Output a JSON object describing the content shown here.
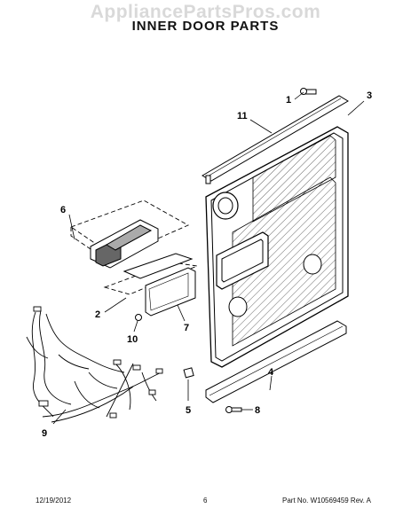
{
  "watermark": "AppliancePartsPros.com",
  "title": "INNER DOOR PARTS",
  "callouts": [
    "1",
    "3",
    "11",
    "6",
    "2",
    "7",
    "10",
    "9",
    "5",
    "4",
    "8"
  ],
  "footer": {
    "date": "12/19/2012",
    "page": "6",
    "part_number": "Part No. W10569459  Rev. A"
  },
  "colors": {
    "line": "#000000",
    "watermark": "#d9d9d9"
  }
}
